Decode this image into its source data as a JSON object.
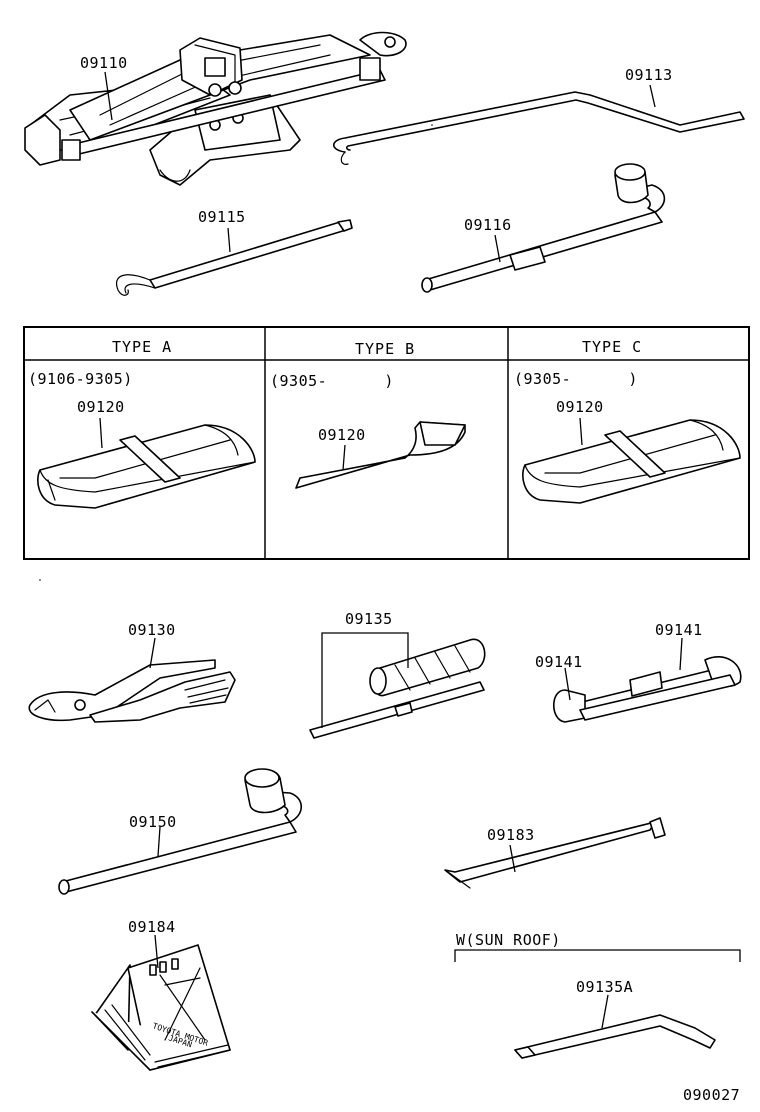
{
  "parts": {
    "p09110": "09110",
    "p09113": "09113",
    "p09115": "09115",
    "p09116": "09116",
    "p09130": "09130",
    "p09135": "09135",
    "p09141a": "09141",
    "p09141b": "09141",
    "p09150": "09150",
    "p09183": "09183",
    "p09184": "09184",
    "p09135A": "09135A"
  },
  "types_table": {
    "columns": [
      {
        "header": "TYPE  A",
        "range": "(9106-9305)",
        "part": "09120"
      },
      {
        "header": "TYPE  B",
        "range": "(9305-      )",
        "part": "09120"
      },
      {
        "header": "TYPE  C",
        "range": "(9305-      )",
        "part": "09120"
      }
    ]
  },
  "sunroof_group": {
    "label": "W(SUN ROOF)"
  },
  "chock_text": "TOYOTA MOTOR\nJAPAN",
  "diagram_id": "090027"
}
